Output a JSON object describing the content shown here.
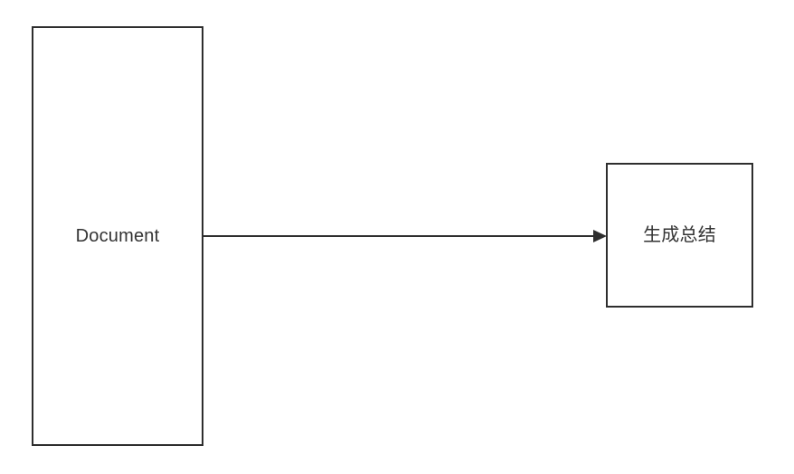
{
  "diagram": {
    "background_color": "#ffffff",
    "stroke_color": "#2e2e2e",
    "text_color": "#333333",
    "nodes": [
      {
        "id": "document",
        "label": "Document",
        "shape": "rectangle"
      },
      {
        "id": "generate-summary",
        "label": "生成总结",
        "shape": "rectangle"
      }
    ],
    "connectors": [
      {
        "from": "document",
        "to": "generate-summary",
        "style": "solid",
        "arrowhead": "filled-triangle",
        "direction": "right"
      }
    ]
  }
}
